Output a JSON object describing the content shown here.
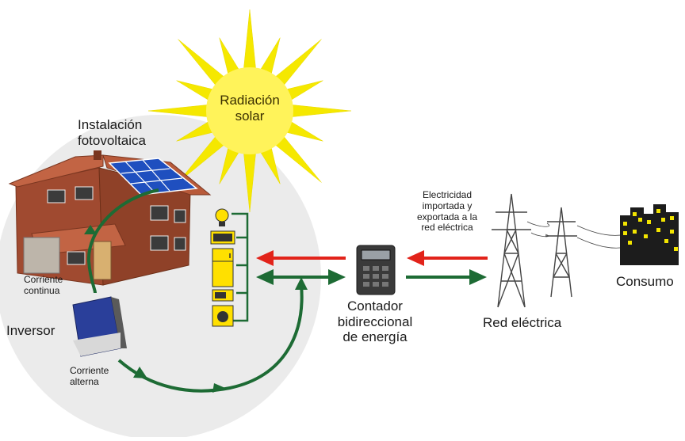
{
  "labels": {
    "sun_line1": "Radiación",
    "sun_line2": "solar",
    "installation_line1": "Instalación",
    "installation_line2": "fotovoltaica",
    "dc_line1": "Corriente",
    "dc_line2": "continua",
    "inverter": "Inversor",
    "ac_line1": "Corriente",
    "ac_line2": "alterna",
    "meter_line1": "Contador",
    "meter_line2": "bidireccional",
    "meter_line3": "de energía",
    "grid_flow_line1": "Electricidad",
    "grid_flow_line2": "importada y",
    "grid_flow_line3": "exportada a la",
    "grid_flow_line4": "red eléctrica",
    "grid": "Red eléctrica",
    "consumption": "Consumo"
  },
  "colors": {
    "sun": "#f5e800",
    "sun_core": "#fff35a",
    "green_arrow": "#1d6b34",
    "red_arrow": "#e2231a",
    "appliance_yellow": "#ffe000",
    "city": "#1c1c1c",
    "city_windows": "#f2e400",
    "circle_bg": "#ebebeb",
    "brick": "#a04a30",
    "roof": "#b85a3a",
    "panel": "#1f4fbf",
    "inverter_blue": "#2a3f9a"
  },
  "icons": [
    "sun-icon",
    "house-icon",
    "solar-panel-icon",
    "inverter-icon",
    "meter-icon",
    "power-tower-icon",
    "city-icon",
    "lightbulb-icon",
    "tv-icon",
    "fridge-icon",
    "microwave-icon",
    "washing-machine-icon"
  ]
}
